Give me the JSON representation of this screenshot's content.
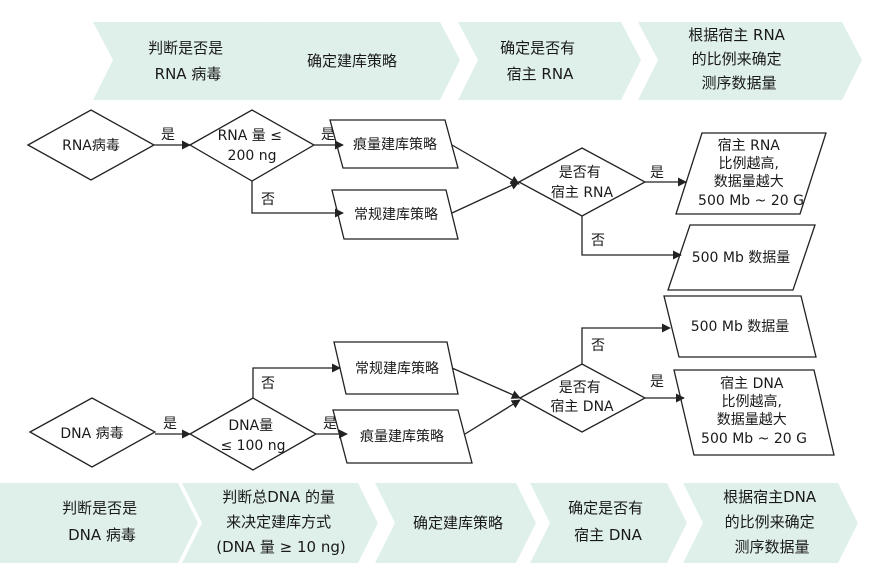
{
  "colors": {
    "chevron": "#dff0ea",
    "stroke": "#222222",
    "text": "#1a1a1a"
  },
  "rna_steps": [
    [
      "判断是否是",
      "RNA 病毒"
    ],
    [
      "确定建库策略"
    ],
    [
      "确定是否有",
      "宿主 RNA"
    ],
    [
      "根据宿主 RNA",
      "的比例来确定",
      "测序数据量"
    ]
  ],
  "dna_steps": [
    [
      "判断是否是",
      "DNA 病毒"
    ],
    [
      "判断总DNA 的量",
      "来决定建库方式",
      "(DNA 量 ≥ 10 ng)"
    ],
    [
      "确定建库策略"
    ],
    [
      "确定是否有",
      "宿主 DNA"
    ],
    [
      "根据宿主DNA",
      "的比例来确定",
      "测序数据量"
    ]
  ],
  "rna_flow": {
    "start": "RNA病毒",
    "amount_check": [
      "RNA 量 ≤",
      "200 ng"
    ],
    "low_strategy": "痕量建库策略",
    "normal_strategy": "常规建库策略",
    "host_check": [
      "是否有",
      "宿主 RNA"
    ],
    "yes_result": [
      "宿主 RNA",
      "比例越高,",
      "数据量越大",
      "500 Mb ~ 20 G"
    ],
    "no_result": "500 Mb 数据量",
    "yes": "是",
    "no": "否"
  },
  "dna_flow": {
    "start": "DNA 病毒",
    "amount_check": [
      "DNA量",
      "≤ 100 ng"
    ],
    "low_strategy": "痕量建库策略",
    "normal_strategy": "常规建库策略",
    "host_check": [
      "是否有",
      "宿主 DNA"
    ],
    "yes_result": [
      "宿主 DNA",
      "比例越高,",
      "数据量越大",
      "500 Mb ~ 20 G"
    ],
    "no_result": "500 Mb 数据量",
    "yes": "是",
    "no": "否"
  }
}
